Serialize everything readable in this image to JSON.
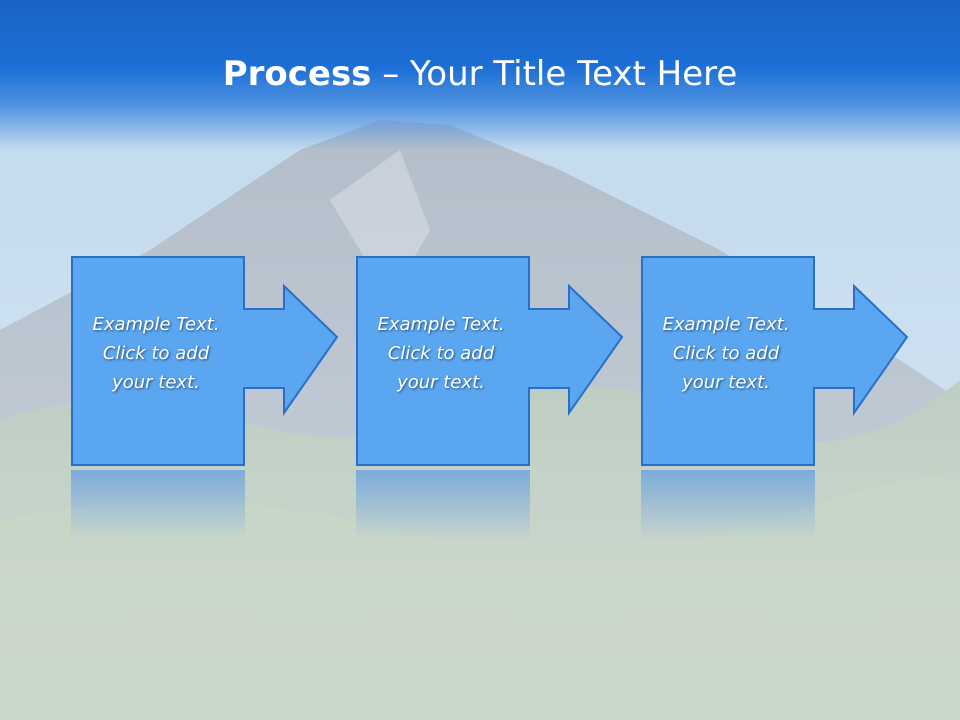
{
  "slide": {
    "title_bold": "Process",
    "title_rest": " – Your Title Text Here"
  },
  "steps": [
    {
      "line1": "Example Text.",
      "line2": "Click  to add",
      "line3": "your text."
    },
    {
      "line1": "Example Text.",
      "line2": "Click  to add",
      "line3": "your text."
    },
    {
      "line1": "Example Text.",
      "line2": "Click  to add",
      "line3": "your text."
    }
  ],
  "colors": {
    "title_band": "#1c6fd6",
    "step_fill": "#5aa6f0",
    "step_border": "#2a6fc7",
    "title_text": "#ffffff"
  },
  "background": "volcano-landscape-photo"
}
